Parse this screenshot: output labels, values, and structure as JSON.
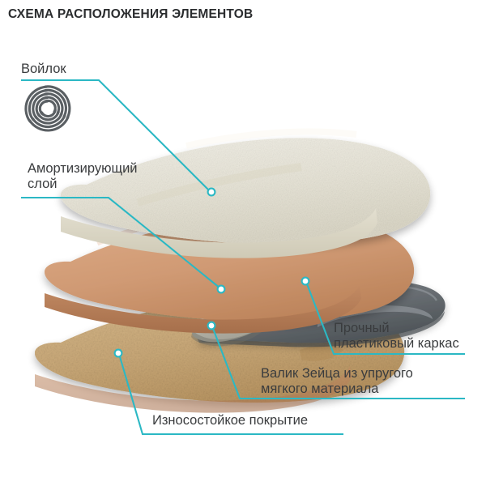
{
  "title": "СХЕМА РАСПОЛОЖЕНИЯ ЭЛЕМЕНТОВ",
  "theme": {
    "accent": "#2bb8c4",
    "text": "#3a3c3e",
    "title_text": "#2b2d2f",
    "background": "#ffffff"
  },
  "icons": {
    "felt_swirl": "felt-swirl-icon"
  },
  "callouts": [
    {
      "id": "voilok",
      "label": "Войлок",
      "icon": "felt-swirl-icon",
      "marker_color": "#2bb8c4"
    },
    {
      "id": "amortiziruyushchiy-sloy",
      "label": "Амортизирующий\nслой",
      "marker_color": "#2bb8c4"
    },
    {
      "id": "plastikovyy-karkas",
      "label": "Прочный\nпластиковый каркас",
      "marker_color": "#2bb8c4"
    },
    {
      "id": "valik-zeytsa",
      "label": "Валик Зейца из упругого\nмягкого материала",
      "marker_color": "#2bb8c4"
    },
    {
      "id": "iznosostoykoe-pokrytie",
      "label": "Износостойкое покрытие",
      "marker_color": "#2bb8c4"
    }
  ],
  "illustration": {
    "name": "exploded-insole-layers",
    "layers": [
      {
        "id": "felt-top-layer",
        "name": "Войлок / амортизирующий верх",
        "color": "#e8e5d8"
      },
      {
        "id": "foam-layer",
        "name": "Амортизирующий слой",
        "color": "#d09a74"
      },
      {
        "id": "plastic-frame",
        "name": "Прочный пластиковый каркас",
        "color": "#6d7277"
      },
      {
        "id": "zeitz-pad",
        "name": "Валик Зейца",
        "color": "#b6b4a8"
      },
      {
        "id": "wear-layer-bottom",
        "name": "Износостойкое покрытие",
        "color": "#c9a877"
      }
    ]
  }
}
